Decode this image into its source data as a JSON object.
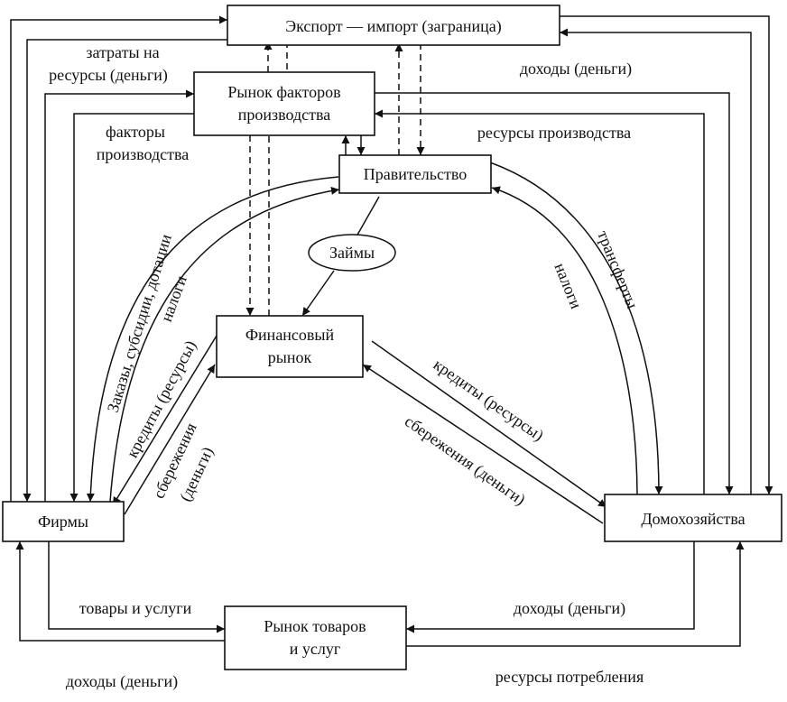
{
  "nodes": {
    "export_import": "Экспорт — импорт (заграница)",
    "factor_market_l1": "Рынок факторов",
    "factor_market_l2": "производства",
    "government": "Правительство",
    "loans": "Займы",
    "financial_market_l1": "Финансовый",
    "financial_market_l2": "рынок",
    "firms": "Фирмы",
    "households": "Домохозяйства",
    "goods_market_l1": "Рынок товаров",
    "goods_market_l2": "и услуг"
  },
  "flows": {
    "resource_costs_l1": "затраты на",
    "resource_costs_l2": "ресурсы (деньги)",
    "income_top": "доходы (деньги)",
    "factors_l1": "факторы",
    "factors_l2": "производства",
    "production_resources": "ресурсы производства",
    "orders_subsidies": "Заказы, субсидии, дотации",
    "taxes_firms": "налоги",
    "credits_firms": "кредиты (ресурсы)",
    "savings_firms_l1": "сбережения",
    "savings_firms_l2": "(деньги)",
    "credits_households": "кредиты (ресурсы)",
    "savings_households": "сбережения (деньги)",
    "transfers": "трансферты",
    "taxes_households": "налоги",
    "goods_services": "товары и услуги",
    "income_households": "доходы (деньги)",
    "income_bottom": "доходы (деньги)",
    "consumption_resources": "ресурсы потребления"
  }
}
